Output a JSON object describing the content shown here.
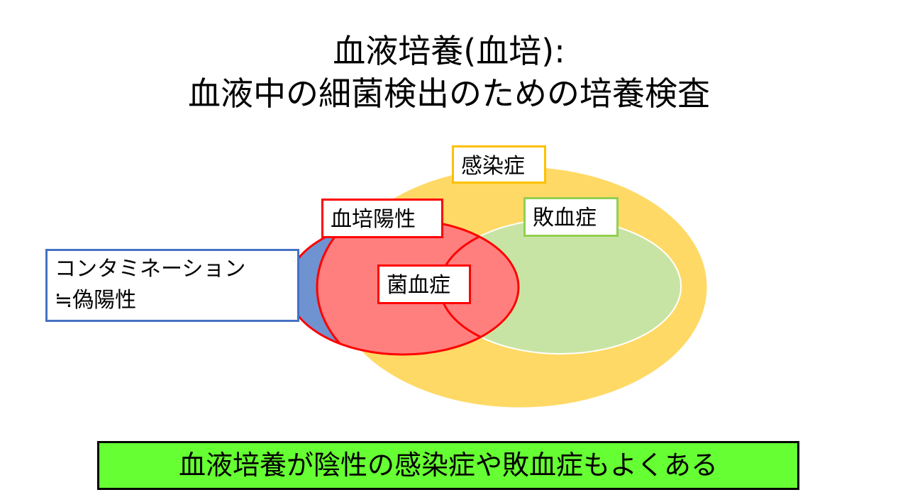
{
  "title": {
    "line1": "血液培養(血培):",
    "line2": "血液中の細菌検出のための培養検査"
  },
  "diagram": {
    "infection_label": "感染症",
    "blood_culture_positive_label": "血培陽性",
    "sepsis_label": "敗血症",
    "bacteremia_label": "菌血症",
    "contamination_label_line1": "コンタミネーション",
    "contamination_label_line2": "≒偽陽性",
    "colors": {
      "infection": "#ffd966",
      "sepsis": "#c8e4a4",
      "positive": "#ff7f7f",
      "contamination": "#6f93d0",
      "outline_red": "#ff0000"
    }
  },
  "footer": {
    "note": "血液培養が陰性の感染症や敗血症もよくある",
    "background": "#66ff33"
  }
}
